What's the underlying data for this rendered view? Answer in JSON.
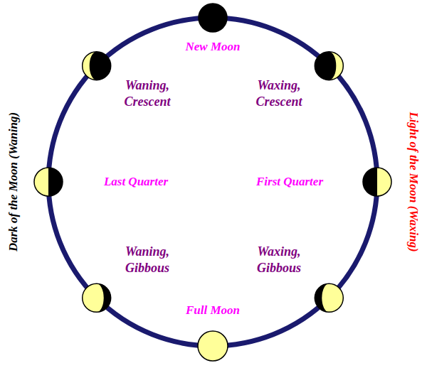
{
  "diagram": {
    "labels": [
      "New Moon",
      "Waning, Crescent",
      "Waxing, Crescent",
      "Last Quarter",
      "First Quarter",
      "Waning, Gibbous",
      "Waxing, Gibbous",
      "Full Moon",
      "Dark of the Moon (Waning)",
      "Light of the Moon (Waxing)"
    ]
  }
}
